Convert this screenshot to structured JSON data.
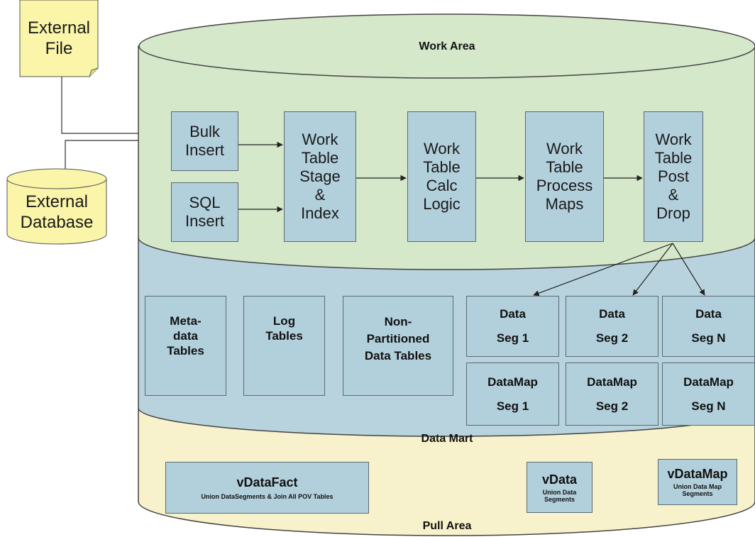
{
  "external_file": [
    "External",
    "File"
  ],
  "external_database": [
    "External",
    "Database"
  ],
  "work_area": {
    "title": "Work Area",
    "bulk_insert": [
      "Bulk",
      "Insert"
    ],
    "sql_insert": [
      "SQL",
      "Insert"
    ],
    "stage_index": [
      "Work",
      "Table",
      "Stage",
      "&",
      "Index"
    ],
    "calc_logic": [
      "Work",
      "Table",
      "Calc",
      "Logic"
    ],
    "process_maps": [
      "Work",
      "Table",
      "Process",
      "Maps"
    ],
    "post_drop": [
      "Work",
      "Table",
      "Post",
      "&",
      "Drop"
    ]
  },
  "data_mart": {
    "title": "Data Mart",
    "metadata_tables": [
      "Meta-",
      "data",
      "Tables"
    ],
    "log_tables": [
      "Log",
      "Tables"
    ],
    "non_partitioned": [
      "Non-",
      "Partitioned",
      "Data Tables"
    ],
    "segments": [
      {
        "data": [
          "Data",
          "Seg 1"
        ],
        "datamap": [
          "DataMap",
          "Seg 1"
        ]
      },
      {
        "data": [
          "Data",
          "Seg 2"
        ],
        "datamap": [
          "DataMap",
          "Seg 2"
        ]
      },
      {
        "data": [
          "Data",
          "Seg N"
        ],
        "datamap": [
          "DataMap",
          "Seg N"
        ]
      }
    ]
  },
  "pull_area": {
    "title": "Pull Area",
    "vdatafact": {
      "name": "vDataFact",
      "desc": "Union DataSegments & Join All POV Tables"
    },
    "vdata": {
      "name": "vData",
      "desc": [
        "Union Data",
        "Segments"
      ]
    },
    "vdatamap": {
      "name": "vDataMap",
      "desc": [
        "Union Data Map",
        "Segments"
      ]
    }
  },
  "colors": {
    "work_area": "#d5e8c9",
    "data_mart": "#b8d3de",
    "pull_area": "#f7f2cc",
    "box": "#b2d0dc",
    "external": "#faf5a8"
  }
}
